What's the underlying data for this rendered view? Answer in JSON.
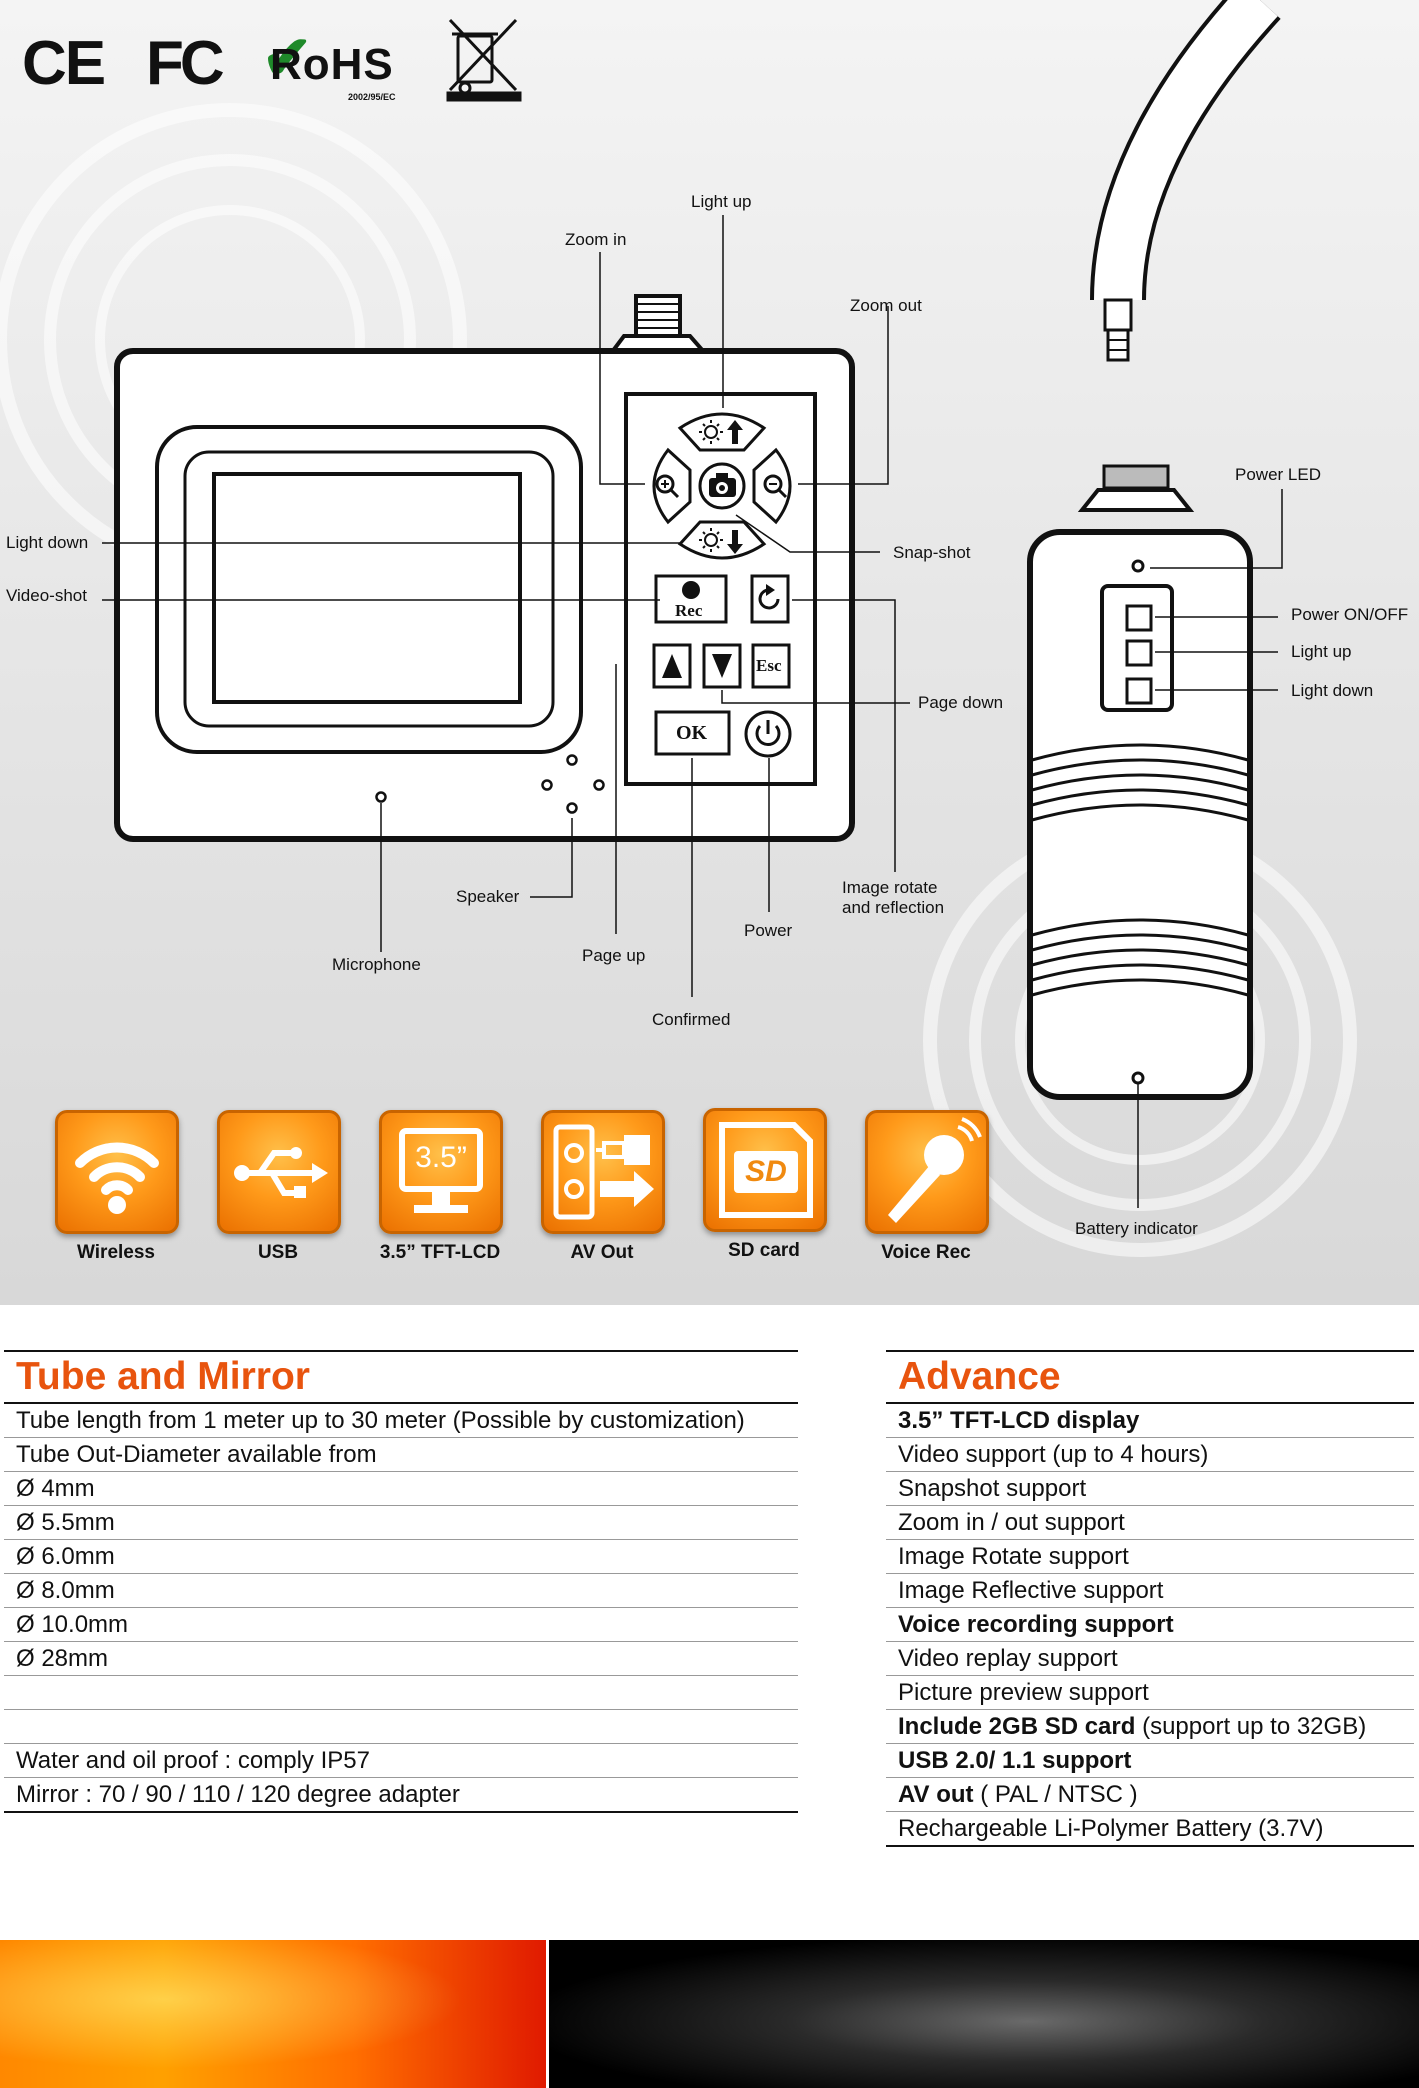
{
  "certifications": {
    "ce": "CE",
    "fc": "FC",
    "rohs": "RoHS",
    "rohs_code": "2002/95/EC"
  },
  "icons": [
    "weee-bin-icon",
    "camera-icon",
    "zoom-in-icon",
    "zoom-out-icon",
    "light-up-icon",
    "light-down-icon",
    "rotate-icon",
    "power-icon",
    "wifi-icon",
    "usb-icon",
    "monitor-icon",
    "av-out-icon",
    "sd-card-icon",
    "microphone-icon"
  ],
  "keypad": {
    "rec": "Rec",
    "esc": "Esc",
    "ok": "OK"
  },
  "callouts": {
    "light_up": "Light up",
    "zoom_in": "Zoom in",
    "zoom_out": "Zoom out",
    "light_down": "Light down",
    "video_shot": "Video-shot",
    "snap_shot": "Snap-shot",
    "page_down": "Page down",
    "image_rotate": "Image rotate\nand reflection",
    "speaker": "Speaker",
    "power": "Power",
    "page_up": "Page up",
    "microphone": "Microphone",
    "confirmed": "Confirmed",
    "power_led": "Power LED",
    "power_onoff": "Power ON/OFF",
    "light_up_2": "Light up",
    "light_down_2": "Light down",
    "battery_indicator": "Battery indicator"
  },
  "features": [
    {
      "label": "Wireless",
      "icon": "wifi-icon"
    },
    {
      "label": "USB",
      "icon": "usb-icon"
    },
    {
      "label": "3.5” TFT-LCD",
      "icon": "monitor-icon",
      "screen_text": "3.5”"
    },
    {
      "label": "AV Out",
      "icon": "av-out-icon"
    },
    {
      "label": "SD card",
      "icon": "sd-card-icon",
      "card_text": "SD"
    },
    {
      "label": "Voice Rec",
      "icon": "microphone-icon"
    }
  ],
  "tube_and_mirror": {
    "title": "Tube and Mirror",
    "rows": [
      "Tube length from 1 meter up to 30 meter (Possible by customization)",
      "Tube Out-Diameter available from",
      "Ø 4mm",
      "Ø 5.5mm",
      "Ø 6.0mm",
      "Ø 8.0mm",
      "Ø 10.0mm",
      "Ø 28mm",
      "",
      "",
      "Water and oil proof : comply IP57",
      "Mirror : 70 / 90 / 110 / 120 degree adapter"
    ]
  },
  "advance": {
    "title": "Advance",
    "rows": [
      {
        "bold": "3.5” TFT-LCD display",
        "rest": ""
      },
      {
        "bold": "",
        "rest": "Video support (up to 4 hours)"
      },
      {
        "bold": "",
        "rest": "Snapshot support"
      },
      {
        "bold": "",
        "rest": "Zoom in / out support"
      },
      {
        "bold": "",
        "rest": "Image Rotate support"
      },
      {
        "bold": "",
        "rest": "Image Reflective support"
      },
      {
        "bold": "Voice recording support",
        "rest": ""
      },
      {
        "bold": "",
        "rest": "Video replay support"
      },
      {
        "bold": "",
        "rest": "Picture preview support"
      },
      {
        "bold": "Include 2GB SD card",
        "rest": " (support up to 32GB)"
      },
      {
        "bold": "USB 2.0/ 1.1 support",
        "rest": ""
      },
      {
        "bold": "AV out",
        "rest": " ( PAL / NTSC )"
      },
      {
        "bold": "",
        "rest": "Rechargeable Li-Polymer Battery (3.7V)"
      }
    ]
  }
}
